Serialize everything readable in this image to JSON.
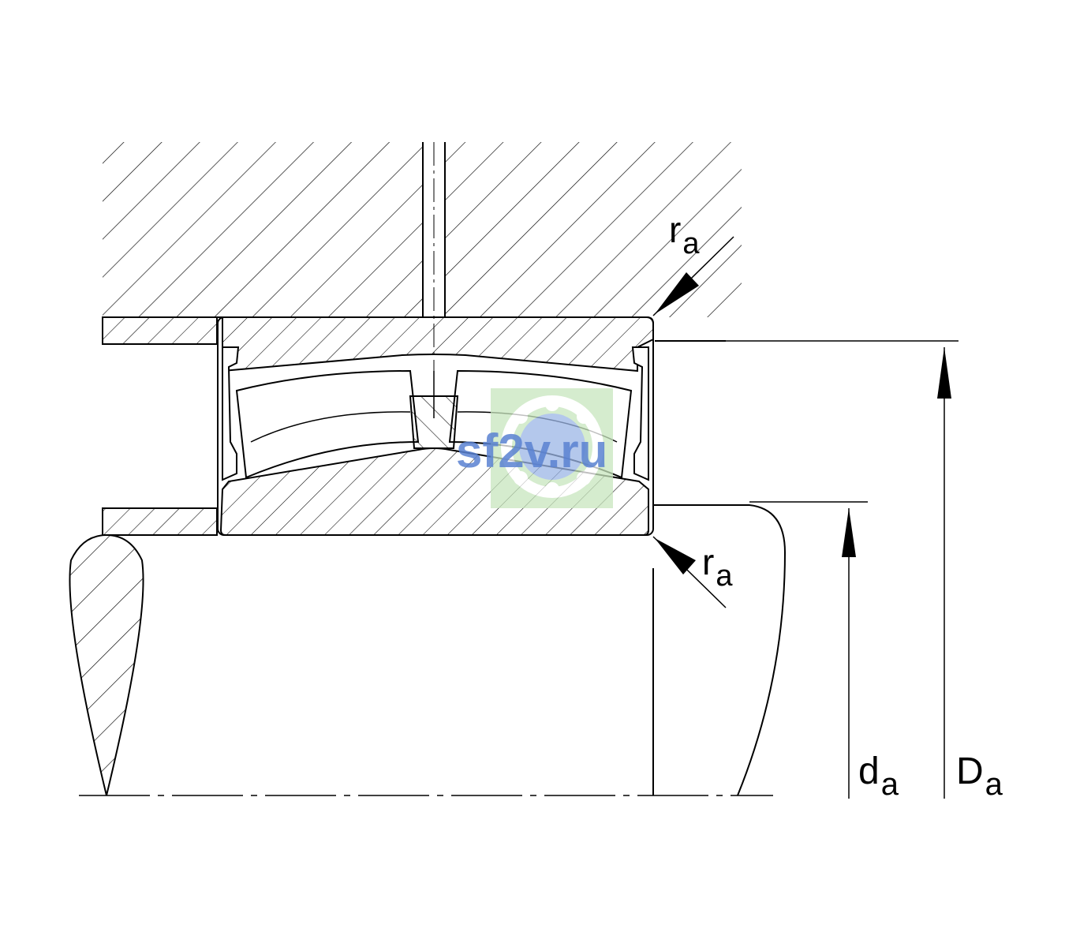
{
  "labels": {
    "ra_top": {
      "base": "r",
      "sub": "a"
    },
    "ra_bottom": {
      "base": "r",
      "sub": "a"
    },
    "da": {
      "base": "d",
      "sub": "a"
    },
    "Da": {
      "base": "D",
      "sub": "a"
    }
  },
  "watermark": {
    "text": "sf2v.ru"
  },
  "colors": {
    "line": "#000000",
    "background": "#ffffff",
    "watermark_text": "#5a82d2",
    "watermark_green": "#c8e6be"
  }
}
